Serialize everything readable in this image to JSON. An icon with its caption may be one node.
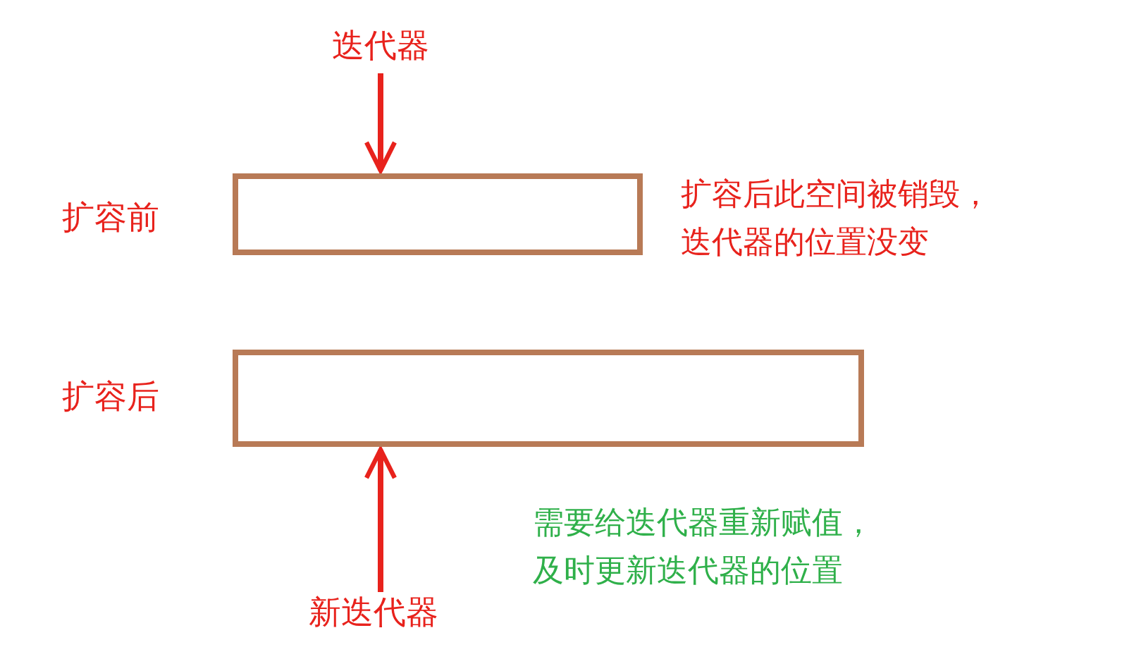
{
  "diagram": {
    "nodes": [
      {
        "text": [
          "迭代器"
        ]
      },
      {
        "text": [],
        "shape": "box",
        "beside": [
          "扩容前"
        ]
      },
      {
        "text": [],
        "shape": "box",
        "beside": [
          "扩容后"
        ]
      },
      {
        "text": [
          "新迭代器"
        ]
      }
    ],
    "edges": [
      {
        "from": 0,
        "to": 1,
        "arrow": "to"
      },
      {
        "from": 3,
        "to": 2,
        "arrow": "to"
      }
    ],
    "labels": [
      "扩容后此空间被销毁，迭代器的位置没变",
      "需要给迭代器重新赋值，及时更新迭代器的位置"
    ]
  }
}
